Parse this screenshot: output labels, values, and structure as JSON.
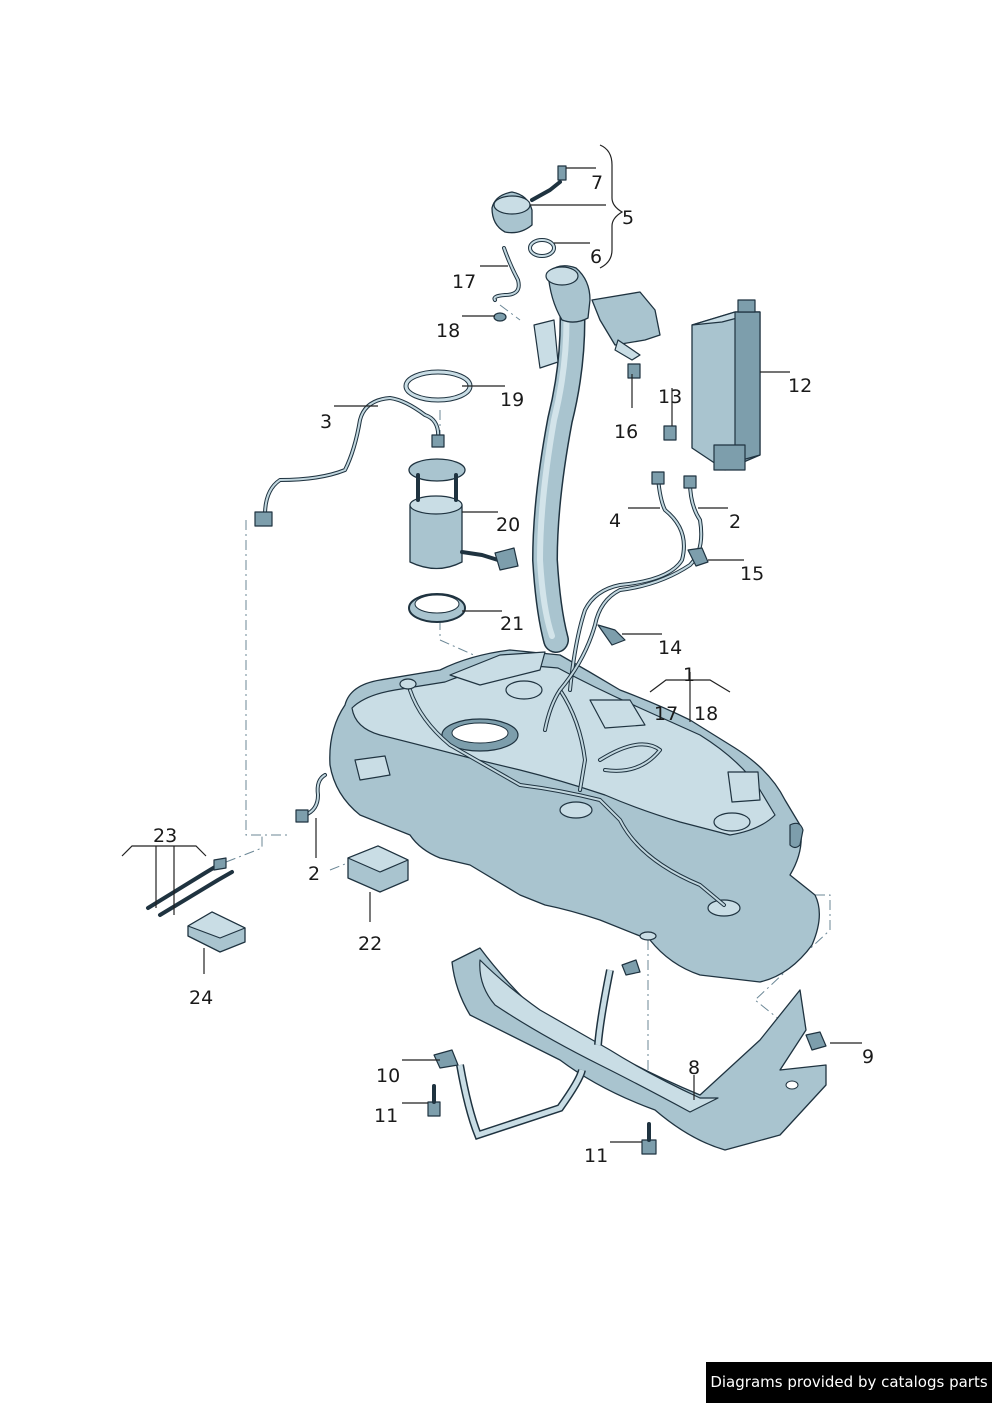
{
  "callouts": {
    "c1": "1",
    "c2a": "2",
    "c2b": "2",
    "c3": "3",
    "c4": "4",
    "c5": "5",
    "c6": "6",
    "c7": "7",
    "c8": "8",
    "c9": "9",
    "c10": "10",
    "c11a": "11",
    "c11b": "11",
    "c12": "12",
    "c13": "13",
    "c14": "14",
    "c15": "15",
    "c16": "16",
    "c17a": "17",
    "c17b": "17",
    "c18a": "18",
    "c18b": "18",
    "c19": "19",
    "c20": "20",
    "c21": "21",
    "c22": "22",
    "c23": "23",
    "c24": "24"
  },
  "footer": {
    "text": "Diagrams provided by catalogs parts"
  },
  "colors": {
    "part_fill": "#a9c4cf",
    "part_outline": "#1f3340",
    "callout_text": "#1a1a1a",
    "footer_bg": "#000000"
  }
}
